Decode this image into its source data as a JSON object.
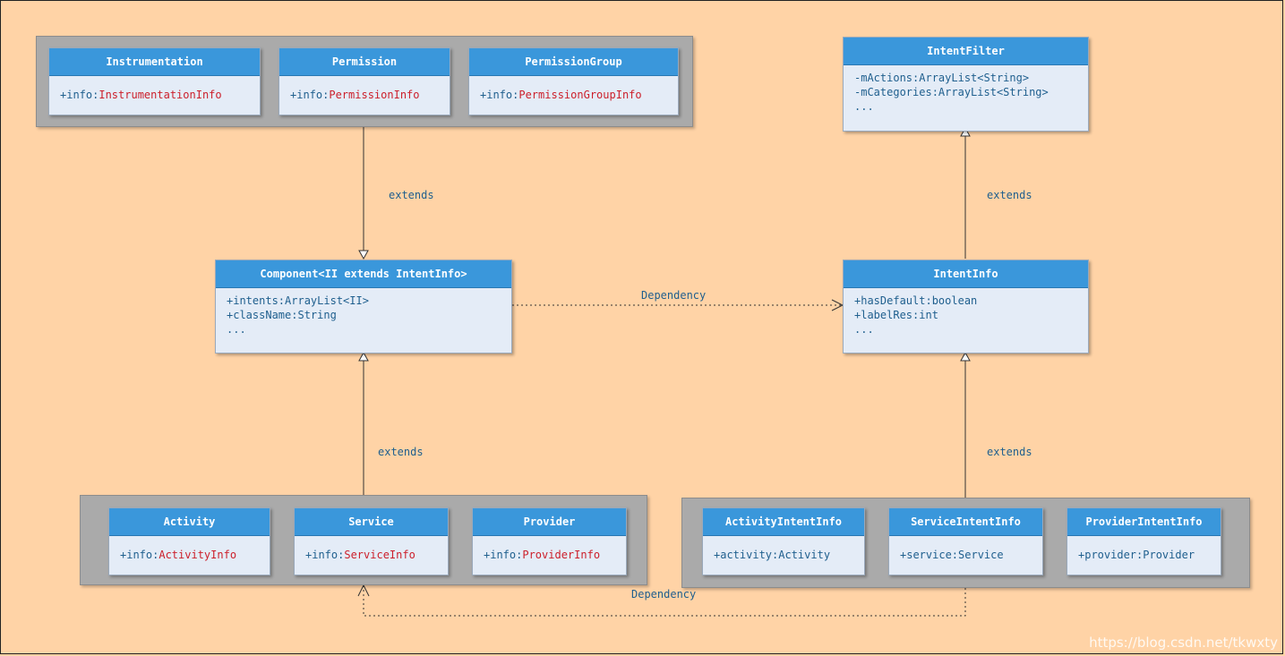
{
  "groups": {
    "top_left": {
      "classes": [
        {
          "name": "Instrumentation",
          "attr_prefix": "+info:",
          "attr_type": "InstrumentationInfo"
        },
        {
          "name": "Permission",
          "attr_prefix": "+info:",
          "attr_type": "PermissionInfo"
        },
        {
          "name": "PermissionGroup",
          "attr_prefix": "+info:",
          "attr_type": "PermissionGroupInfo"
        }
      ]
    },
    "bottom_left": {
      "classes": [
        {
          "name": "Activity",
          "attr_prefix": "+info:",
          "attr_type": "ActivityInfo"
        },
        {
          "name": "Service",
          "attr_prefix": "+info:",
          "attr_type": "ServiceInfo"
        },
        {
          "name": "Provider",
          "attr_prefix": "+info:",
          "attr_type": "ProviderInfo"
        }
      ]
    },
    "bottom_right": {
      "classes": [
        {
          "name": "ActivityIntentInfo",
          "attr": "+activity:Activity"
        },
        {
          "name": "ServiceIntentInfo",
          "attr": "+service:Service"
        },
        {
          "name": "ProviderIntentInfo",
          "attr": "+provider:Provider"
        }
      ]
    }
  },
  "component": {
    "name": "Component<II extends IntentInfo>",
    "attrs": [
      "+intents:ArrayList<II>",
      "+className:String",
      "..."
    ]
  },
  "intent_info": {
    "name": "IntentInfo",
    "attrs": [
      "+hasDefault:boolean",
      "+labelRes:int",
      "..."
    ]
  },
  "intent_filter": {
    "name": "IntentFilter",
    "attrs": [
      "-mActions:ArrayList<String>",
      "-mCategories:ArrayList<String>",
      "..."
    ]
  },
  "relations": {
    "extends_top_left": "extends",
    "extends_top_right": "extends",
    "extends_bottom_left": "extends",
    "extends_bottom_right": "extends",
    "dependency_middle": "Dependency",
    "dependency_bottom": "Dependency"
  },
  "watermark": "https://blog.csdn.net/tkwxty",
  "colors": {
    "background": "#ffd3a6",
    "class_header": "#3a97db",
    "class_body": "#e4ecf7",
    "group": "#aaaaaa",
    "attr_text": "#1f5f8e",
    "type_red": "#cc1f2a"
  }
}
